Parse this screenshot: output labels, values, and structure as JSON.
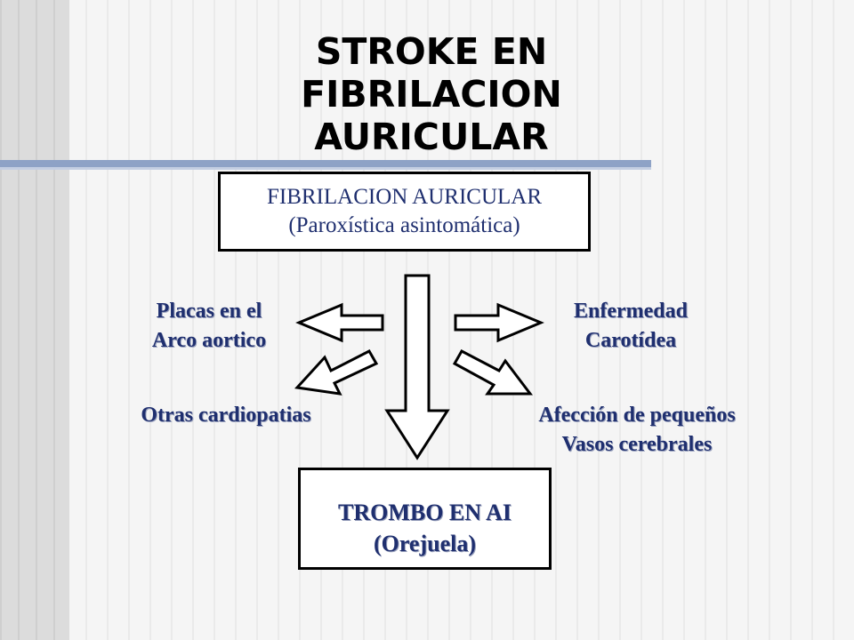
{
  "title": {
    "line1": "STROKE EN",
    "line2": "FIBRILACION",
    "line3": "AURICULAR"
  },
  "top_box": {
    "line1": "FIBRILACION AURICULAR",
    "line2": "(Paroxística asintomática)"
  },
  "bottom_box": {
    "line1": "TROMBO EN AI",
    "line2": "(Orejuela)"
  },
  "labels": {
    "placas": {
      "line1": "Placas en el",
      "line2": "Arco aortico"
    },
    "enfermedad": {
      "line1": "Enfermedad",
      "line2": "Carotídea"
    },
    "otras": {
      "line1": "Otras cardiopatias"
    },
    "afeccion": {
      "line1": "Afección de pequeños",
      "line2": "Vasos cerebrales"
    }
  },
  "colors": {
    "text_blue": "#1f2f6f",
    "accent_rule": "#8ea2c6"
  }
}
